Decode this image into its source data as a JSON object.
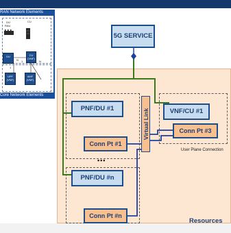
{
  "left_panel": {
    "ran_header": "RAN Network Elements",
    "core_header": "Core Network Elements",
    "du_label": "DU",
    "ru_label": "RAU",
    "cu_label": "CU",
    "du_box": "DU",
    "cu_box": "CU\n(VNF)",
    "n_left": "N",
    "n_mid": "1",
    "n_right": "N",
    "one_label": "1",
    "upf_box": "UPF\n(VNF)",
    "amf_box": "AMF\n(VNF)"
  },
  "diagram": {
    "service": "5G SERVICE",
    "pnf_du_1": "PNF/DU #1",
    "conn_pt_1": "Conn Pt #1",
    "pnf_du_n": "PNF/DU #n",
    "conn_pt_n": "Conn Pt #n",
    "virtual_link": "Virtual Link",
    "vnf_cu_1": "VNF/CU #1",
    "conn_pt_3": "Conn Pt #3",
    "user_plane": "User Plane Connection",
    "ellipsis": "•••",
    "resources": "Resources"
  },
  "colors": {
    "header_blue": "#1b4f9c",
    "nf_fill": "#c8dcf0",
    "nf_border": "#1c4c8a",
    "conn_fill": "#f8c08f",
    "resource_bg": "#fde7d3",
    "link_green": "#3a7a1e",
    "link_blue": "#1c3fa0"
  }
}
